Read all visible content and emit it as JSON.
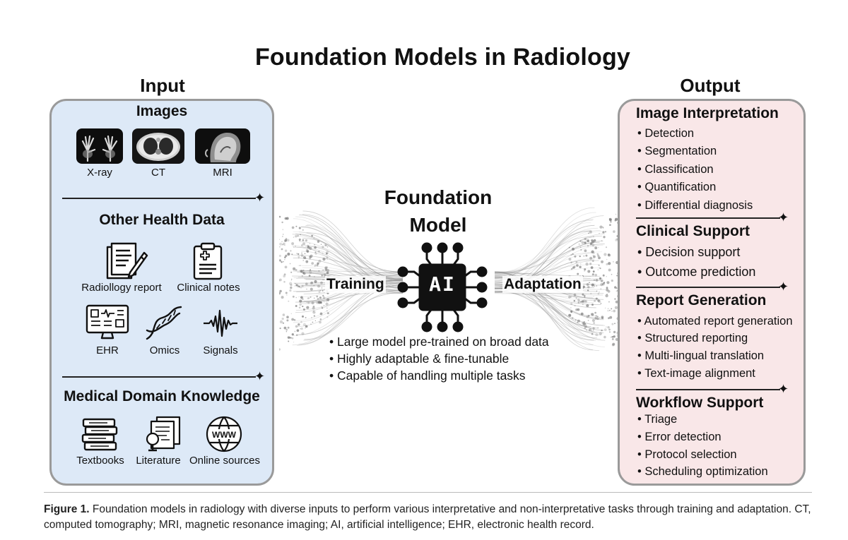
{
  "title": "Foundation Models in Radiology",
  "input": {
    "heading": "Input",
    "images": {
      "title": "Images",
      "items": [
        {
          "label": "X-ray",
          "icon": "xray-hands-icon"
        },
        {
          "label": "CT",
          "icon": "ct-scan-icon"
        },
        {
          "label": "MRI",
          "icon": "mri-head-icon"
        }
      ]
    },
    "other_health_data": {
      "title": "Other Health Data",
      "items": [
        {
          "label": "Radiollogy report",
          "icon": "report-icon"
        },
        {
          "label": "Clinical notes",
          "icon": "clipboard-icon"
        },
        {
          "label": "EHR",
          "icon": "ehr-monitor-icon"
        },
        {
          "label": "Omics",
          "icon": "dna-icon"
        },
        {
          "label": "Signals",
          "icon": "signal-wave-icon"
        }
      ]
    },
    "domain_knowledge": {
      "title": "Medical Domain Knowledge",
      "items": [
        {
          "label": "Textbooks",
          "icon": "books-icon"
        },
        {
          "label": "Literature",
          "icon": "literature-icon"
        },
        {
          "label": "Online sources",
          "icon": "www-globe-icon"
        }
      ]
    }
  },
  "center": {
    "title_line1": "Foundation",
    "title_line2": "Model",
    "chip_text": "AI",
    "left_label": "Training",
    "right_label": "Adaptation",
    "bullets": [
      "Large model pre-trained on broad data",
      "Highly adaptable & fine-tunable",
      "Capable of handling multiple tasks"
    ]
  },
  "output": {
    "heading": "Output",
    "sections": [
      {
        "title": "Image Interpretation",
        "items": [
          "• Detection",
          "• Segmentation",
          "• Classification",
          "• Quantification",
          "• Differential diagnosis"
        ]
      },
      {
        "title": "Clinical Support",
        "items": [
          "• Decision support",
          "• Outcome prediction"
        ]
      },
      {
        "title": "Report Generation",
        "items": [
          "• Automated report generation",
          "• Structured reporting",
          "• Multi-lingual translation",
          "• Text-image alignment"
        ]
      },
      {
        "title": "Workflow Support",
        "items": [
          "• Triage",
          "• Error detection",
          "• Protocol selection",
          "• Scheduling optimization"
        ]
      }
    ]
  },
  "caption": {
    "label": "Figure 1.",
    "text": " Foundation models in radiology with diverse inputs to perform various interpretative and non-interpretative tasks through training and adaptation. CT, computed tomography; MRI, magnetic resonance imaging; AI, artificial intelligence; EHR, electronic health record."
  }
}
